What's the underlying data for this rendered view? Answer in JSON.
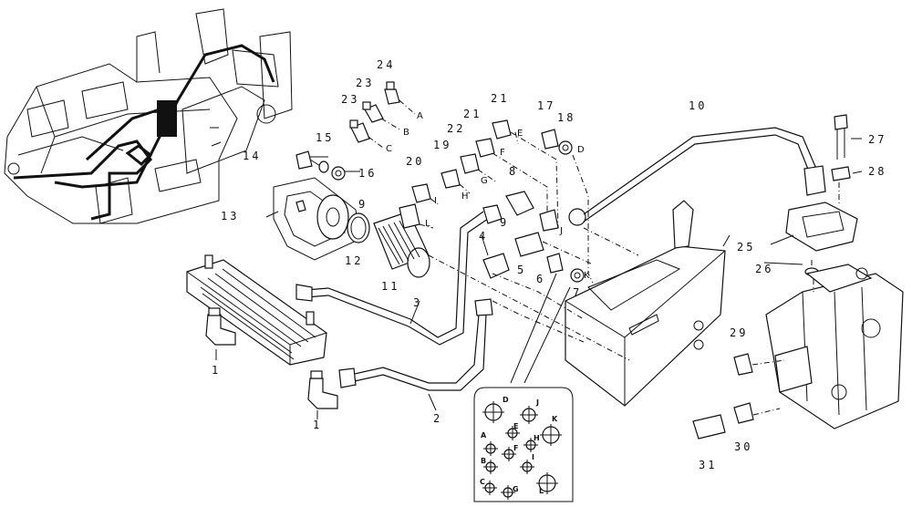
{
  "callouts": [
    {
      "id": "c1a",
      "text": "1"
    },
    {
      "id": "c1b",
      "text": "1"
    },
    {
      "id": "c2",
      "text": "2"
    },
    {
      "id": "c3",
      "text": "3"
    },
    {
      "id": "c4",
      "text": "4"
    },
    {
      "id": "c5",
      "text": "5"
    },
    {
      "id": "c6",
      "text": "6"
    },
    {
      "id": "c7",
      "text": "7"
    },
    {
      "id": "c8",
      "text": "8"
    },
    {
      "id": "c9a",
      "text": "9"
    },
    {
      "id": "c9b",
      "text": "9"
    },
    {
      "id": "c10",
      "text": "10"
    },
    {
      "id": "c11",
      "text": "11"
    },
    {
      "id": "c12",
      "text": "12"
    },
    {
      "id": "c13",
      "text": "13"
    },
    {
      "id": "c14",
      "text": "14"
    },
    {
      "id": "c15",
      "text": "15"
    },
    {
      "id": "c16",
      "text": "16"
    },
    {
      "id": "c17",
      "text": "17"
    },
    {
      "id": "c18",
      "text": "18"
    },
    {
      "id": "c19",
      "text": "19"
    },
    {
      "id": "c20",
      "text": "20"
    },
    {
      "id": "c21a",
      "text": "21"
    },
    {
      "id": "c21b",
      "text": "21"
    },
    {
      "id": "c22",
      "text": "22"
    },
    {
      "id": "c23",
      "text": "23"
    },
    {
      "id": "c24",
      "text": "24"
    },
    {
      "id": "c25",
      "text": "25"
    },
    {
      "id": "c26",
      "text": "26"
    },
    {
      "id": "c27",
      "text": "27"
    },
    {
      "id": "c28",
      "text": "28"
    },
    {
      "id": "c29",
      "text": "29"
    },
    {
      "id": "c30",
      "text": "30"
    },
    {
      "id": "c31",
      "text": "31"
    }
  ],
  "port_letters": [
    "A",
    "B",
    "C",
    "D",
    "E",
    "F",
    "G",
    "H",
    "I",
    "J",
    "K",
    "L"
  ],
  "inset_letters": [
    "D",
    "J",
    "E",
    "K",
    "A",
    "H",
    "F",
    "B",
    "I",
    "C",
    "G",
    "L"
  ]
}
